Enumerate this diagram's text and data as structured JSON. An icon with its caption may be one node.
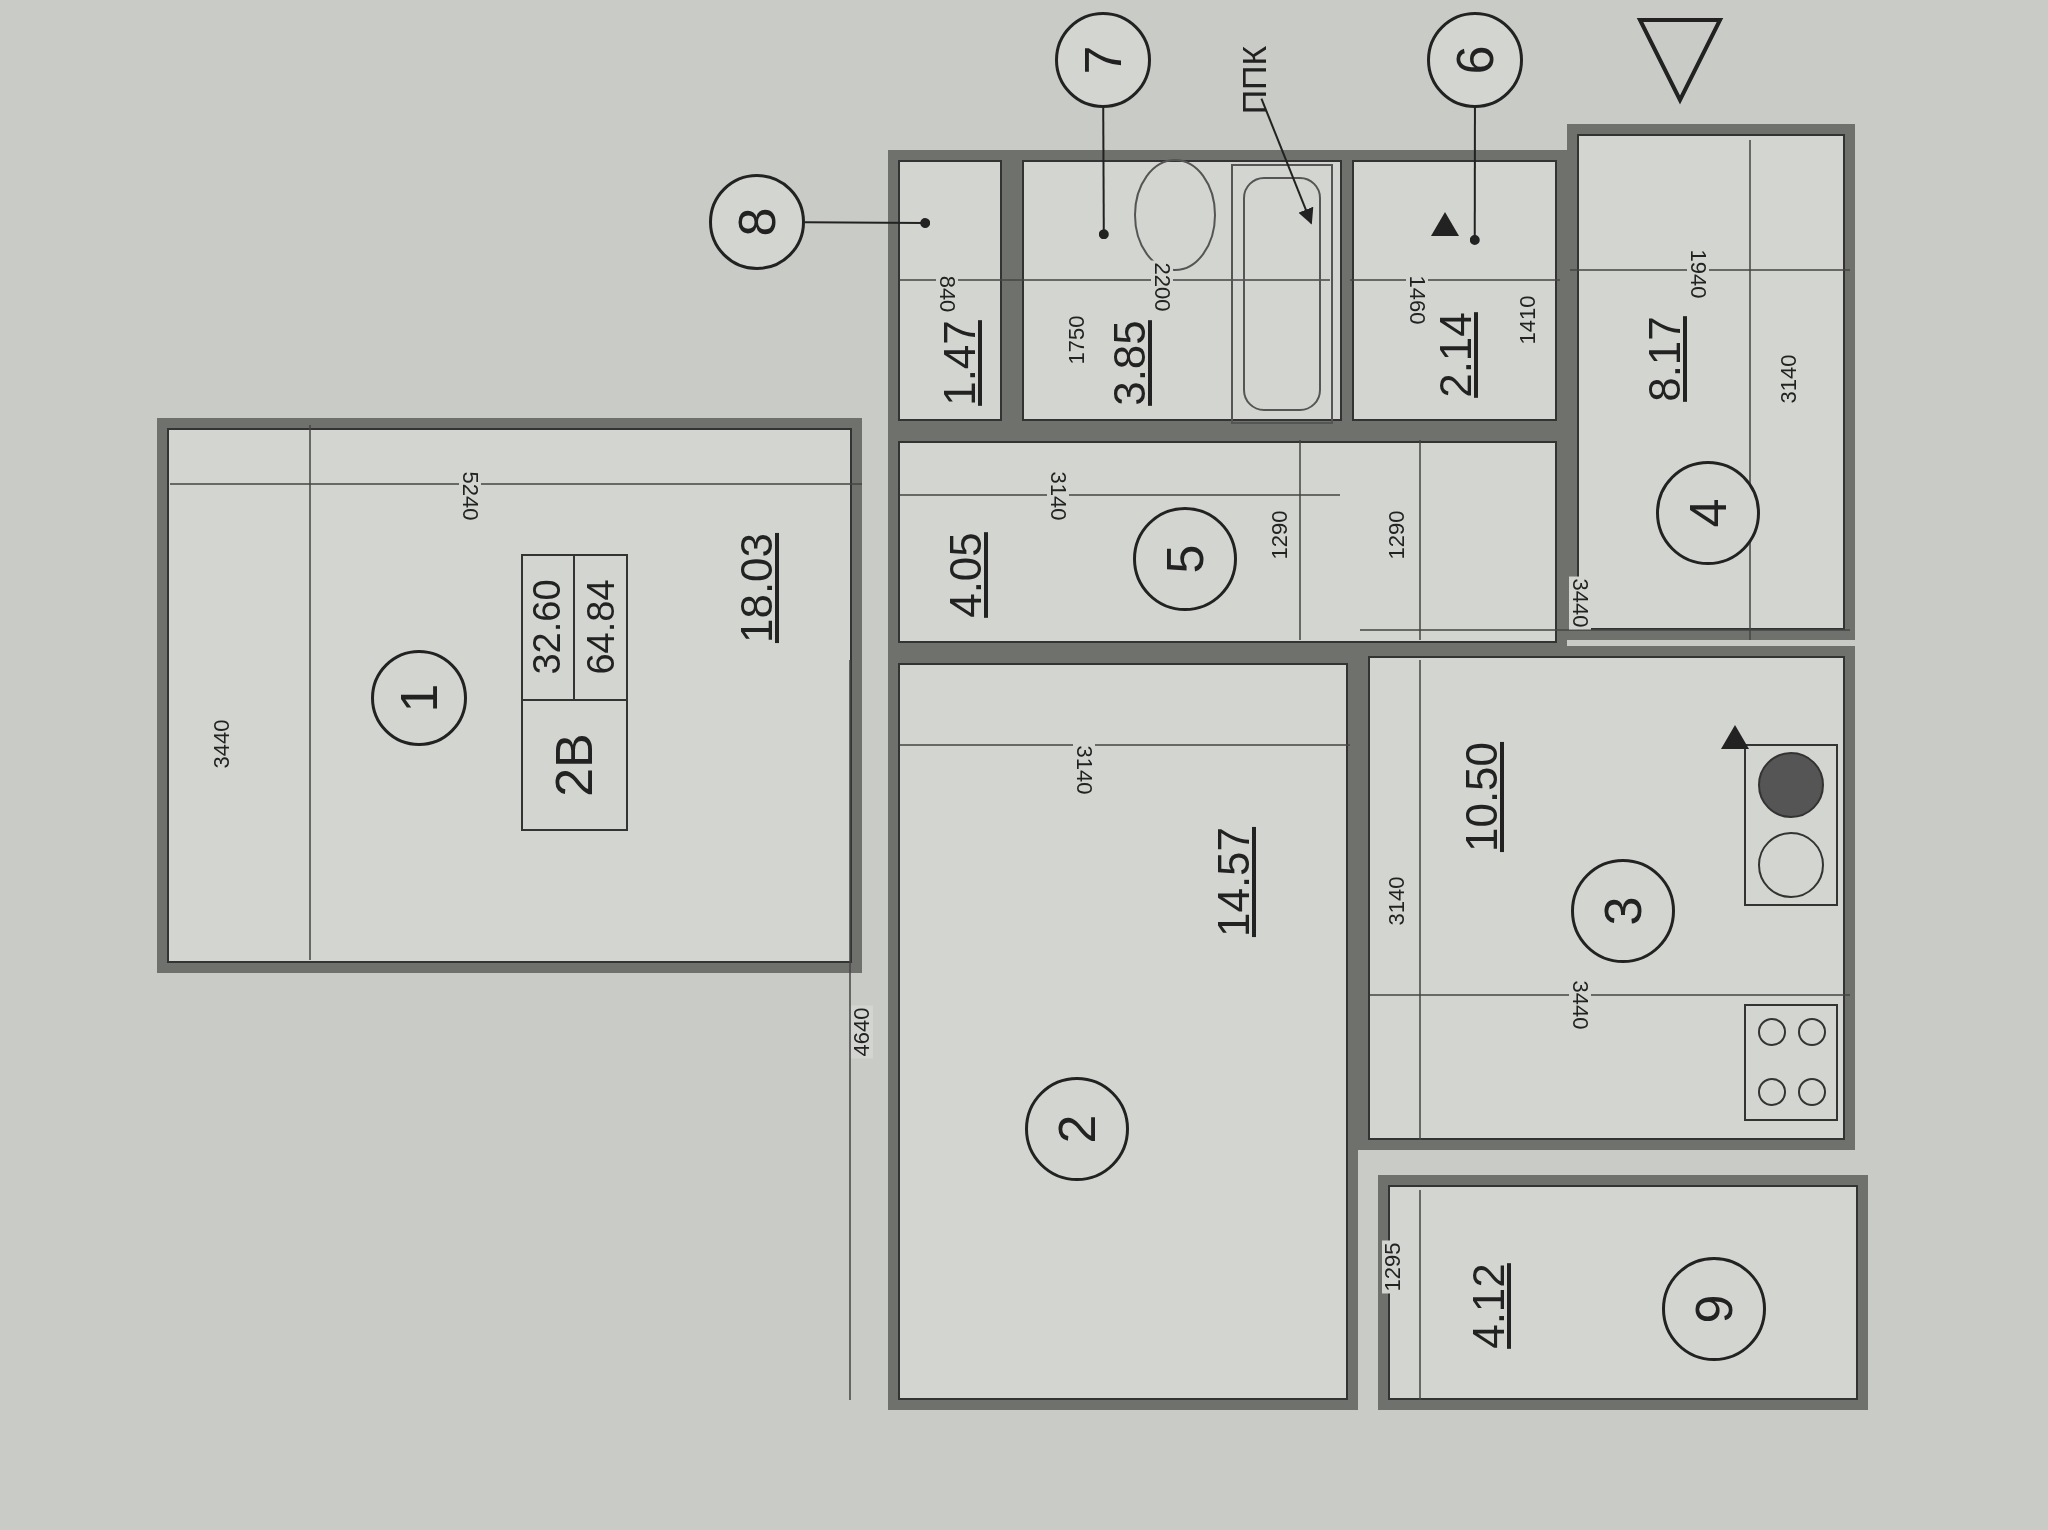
{
  "diagram": {
    "nodes": [
      {
        "text": [
          "18.03"
        ]
      },
      {
        "text": [
          "1"
        ],
        "in": 0
      },
      {
        "text": [
          "1.47"
        ]
      },
      {
        "text": [
          "8"
        ]
      },
      {
        "text": [
          "3.85"
        ]
      },
      {
        "text": [
          "7"
        ]
      },
      {
        "text": [
          "2.14"
        ]
      },
      {
        "text": [
          "6"
        ]
      },
      {
        "text": [
          "ППК"
        ]
      },
      {
        "text": [
          "4.05"
        ]
      },
      {
        "text": [
          "5"
        ],
        "in": 9
      },
      {
        "text": [
          "8.17"
        ]
      },
      {
        "text": [
          "4"
        ],
        "in": 11
      },
      {
        "text": [
          "14.57"
        ]
      },
      {
        "text": [
          "2"
        ],
        "in": 13
      },
      {
        "text": [
          "10.50"
        ]
      },
      {
        "text": [
          "3"
        ],
        "in": 15
      },
      {
        "text": [
          "4.12"
        ]
      },
      {
        "text": [
          "9"
        ],
        "in": 17
      }
    ],
    "edges": [
      {
        "from": 3,
        "to": 2,
        "arrow": "other"
      },
      {
        "from": 5,
        "to": 4,
        "arrow": "other"
      },
      {
        "from": 7,
        "to": 6,
        "arrow": "other"
      },
      {
        "from": 8,
        "to": 4,
        "arrow": "to"
      }
    ],
    "labels": [
      "5240",
      "3440",
      "32.60",
      "64.84",
      "2В",
      "840",
      "1750",
      "2200",
      "1460",
      "1410",
      "1940",
      "3140",
      "3140",
      "1290",
      "1290",
      "3440",
      "3140",
      "4640",
      "3140",
      "3440",
      "1295"
    ]
  }
}
